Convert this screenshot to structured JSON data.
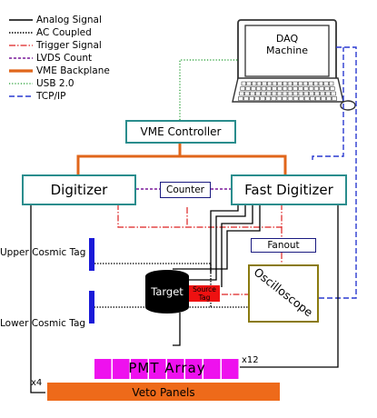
{
  "legend": {
    "items": [
      {
        "label": "Analog Signal",
        "color": "#000000",
        "style": "solid"
      },
      {
        "label": "AC Coupled",
        "color": "#000000",
        "style": "dotted"
      },
      {
        "label": "Trigger Signal",
        "color": "#dd2222",
        "style": "dash-dot"
      },
      {
        "label": "LVDS Count",
        "color": "#7a1a9a",
        "style": "dashed"
      },
      {
        "label": "VME Backplane",
        "color": "#e0661b",
        "style": "thick"
      },
      {
        "label": "USB 2.0",
        "color": "#1a9a2a",
        "style": "dotted-fine"
      },
      {
        "label": "TCP/IP",
        "color": "#2a3ad0",
        "style": "dashed-long"
      }
    ]
  },
  "nodes": {
    "daq_machine": "DAQ\nMachine",
    "vme_controller": "VME Controller",
    "digitizer": "Digitizer",
    "counter": "Counter",
    "fast_digitizer": "Fast Digitizer",
    "fanout": "Fanout",
    "oscilloscope": "Oscilloscope",
    "upper_cosmic_tag": "Upper Cosmic Tag",
    "lower_cosmic_tag": "Lower Cosmic Tag",
    "target": "Target",
    "source_tag": "Source\nTag",
    "pmt_array": "PMT Array",
    "veto_panels": "Veto Panels",
    "pmt_multiplicity": "x12",
    "veto_multiplicity": "x4"
  },
  "colors": {
    "box_border": "#2a8d8d",
    "vme": "#e0661b",
    "pmt": "#ee11ee",
    "veto": "#ee6a1a",
    "cosmic_tag": "#1a1ad8",
    "source_tag": "#ee1111",
    "oscilloscope_border": "#8a7a10"
  }
}
